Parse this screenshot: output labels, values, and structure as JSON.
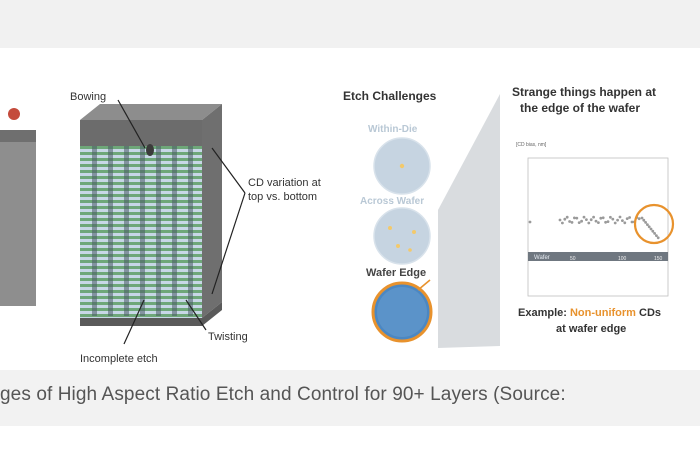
{
  "colors": {
    "page_bg": "#ffffff",
    "caption_bg": "#f2f2f2",
    "caption_text": "#555555",
    "accent_orange": "#e8922d",
    "stack_green": "#6ea779",
    "stack_blue": "#c7d7e6"
  },
  "diagram": {
    "left": {
      "labels": {
        "bowing": "Bowing",
        "cd_variation": "CD variation at\ntop vs. bottom",
        "twisting": "Twisting",
        "incomplete": "Incomplete etch"
      }
    },
    "middle": {
      "title": "Etch Challenges",
      "items": [
        {
          "label": "Within-Die"
        },
        {
          "label": "Across Wafer"
        },
        {
          "label": "Wafer Edge"
        }
      ]
    },
    "right": {
      "title_line1": "Strange things happen at",
      "title_line2": "the edge of the wafer",
      "axis_label": "[CD bias, nm]",
      "bar_label": "Wafer",
      "ticks": [
        "50",
        "100",
        "150"
      ],
      "example_prefix": "Example: ",
      "example_highlight": "Non-uniform",
      "example_suffix": " CDs",
      "example_line2": "at wafer edge"
    }
  },
  "caption": "ges of High Aspect Ratio Etch and Control for 90+ Layers (Source: "
}
